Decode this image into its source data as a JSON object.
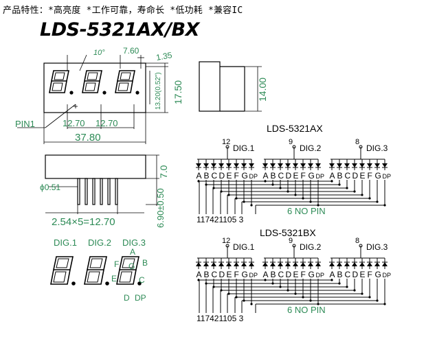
{
  "header": {
    "features": "产品特性：*高亮度 *工作可靠，寿命长 *低功耗 *兼容IC",
    "model": "LDS-5321AX/BX"
  },
  "front_view": {
    "angle": "10°",
    "pitch_top": "7.60",
    "margin_top": "1.35",
    "digit_height": "13.20(0.52\")",
    "height": "17.50",
    "pin1": "PIN1",
    "pitch1": "12.70",
    "pitch2": "12.70",
    "width": "37.80"
  },
  "side_view": {
    "depth": "14.00"
  },
  "bottom_view": {
    "pin_dia": "ϕ0.51",
    "body_h": "7.0",
    "pin_len": "6.90±0.50",
    "pin_span": "2.54×5=12.70"
  },
  "segment_legend": {
    "dig_labels": [
      "DIG.1",
      "DIG.2",
      "DIG.3"
    ],
    "segments": [
      "A",
      "B",
      "C",
      "D",
      "E",
      "F",
      "G",
      "DP"
    ]
  },
  "circuit_ax": {
    "title": "LDS-5321AX",
    "digits": [
      {
        "pin": "12",
        "label": "DIG.1"
      },
      {
        "pin": "9",
        "label": "DIG.2"
      },
      {
        "pin": "8",
        "label": "DIG.3"
      }
    ],
    "seg_letters": [
      "A",
      "B",
      "C",
      "D",
      "E",
      "F",
      "G",
      "DP"
    ],
    "pin_numbers": "11 7 4 2 1 10 5 3",
    "pin_numbers_compact": "117421105 3",
    "no_pin": "6   NO PIN"
  },
  "circuit_bx": {
    "title": "LDS-5321BX",
    "digits": [
      {
        "pin": "12",
        "label": "DIG.1"
      },
      {
        "pin": "9",
        "label": "DIG.2"
      },
      {
        "pin": "8",
        "label": "DIG.3"
      }
    ],
    "seg_letters": [
      "A",
      "B",
      "C",
      "D",
      "E",
      "F",
      "G",
      "DP"
    ],
    "pin_numbers_compact": "117421105 3",
    "no_pin": "6   NO PIN"
  }
}
